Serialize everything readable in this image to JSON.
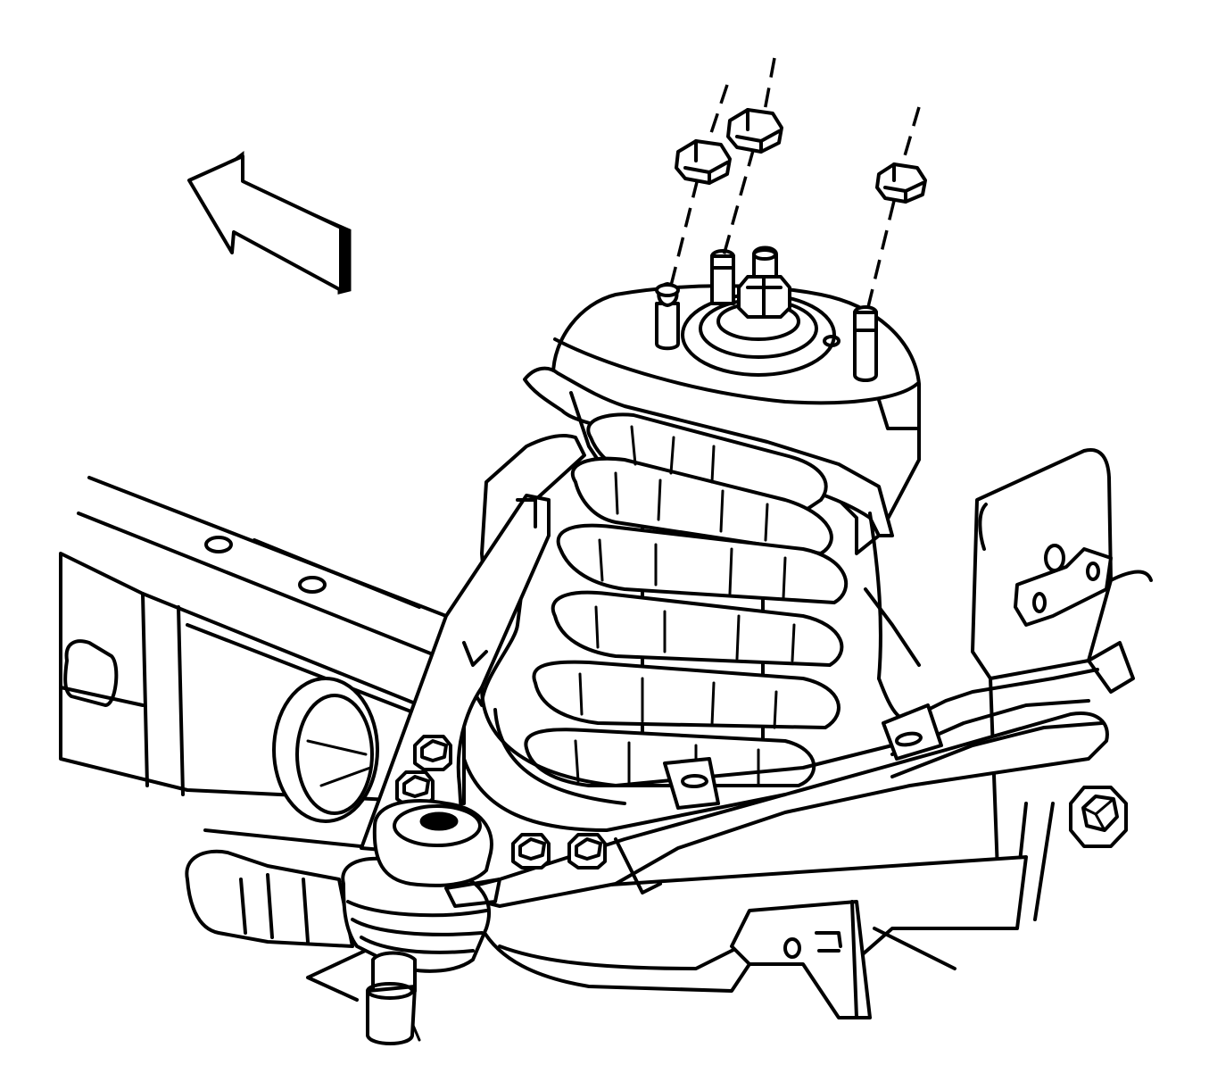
{
  "diagram": {
    "type": "technical line drawing",
    "colors": {
      "stroke": "#000000",
      "background": "#ffffff"
    },
    "parts": [
      "direction-arrow",
      "mounting-nut",
      "mounting-stud",
      "upper-spring-seat",
      "coil-spring",
      "upper-control-arm",
      "ball-joint",
      "frame-rail",
      "lower-control-arm",
      "bracket",
      "bolt"
    ]
  }
}
